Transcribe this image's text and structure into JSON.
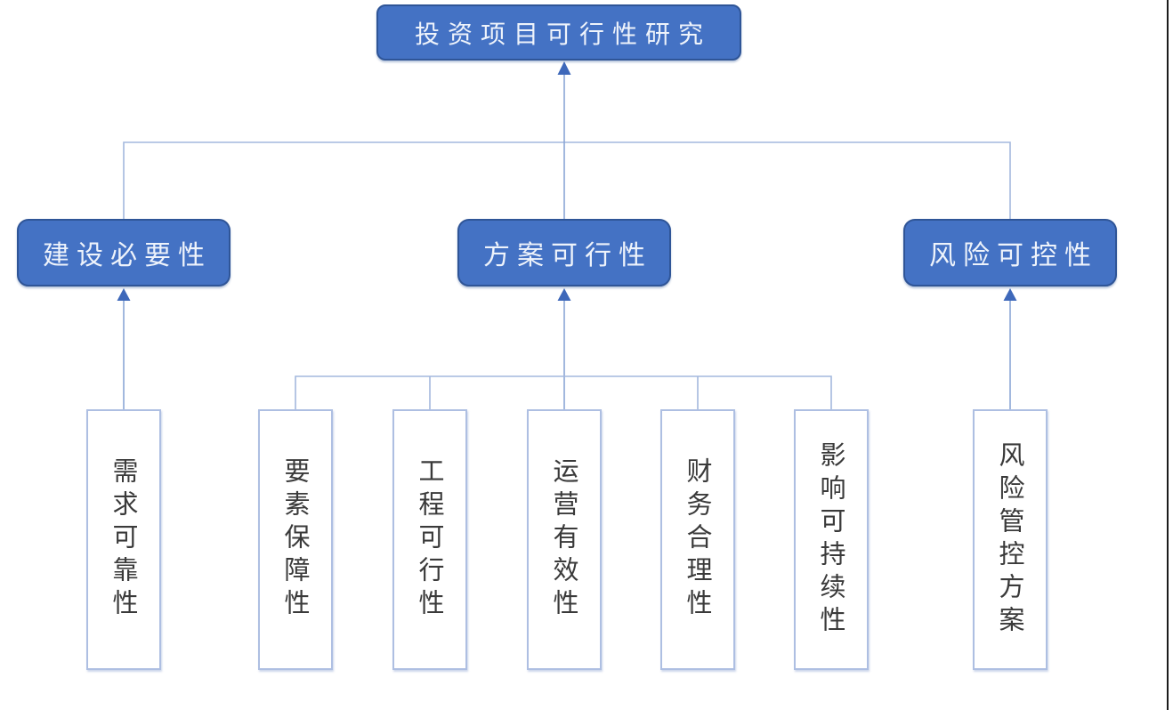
{
  "diagram": {
    "type": "hierarchy-tree",
    "root": {
      "label": "投资项目可行性研究"
    },
    "branches": [
      {
        "label": "建设必要性",
        "children": [
          "需求可靠性"
        ]
      },
      {
        "label": "方案可行性",
        "children": [
          "要素保障性",
          "工程可行性",
          "运营有效性",
          "财务合理性",
          "影响可持续性"
        ]
      },
      {
        "label": "风险可控性",
        "children": [
          "风险管控方案"
        ]
      }
    ],
    "arrow_direction": "children-point-up-to-parents",
    "colors": {
      "node_fill": "#4472c4",
      "node_border": "#2f5597",
      "node_text": "#eef3fb",
      "connector": "#a3b8dd",
      "stem": "#8aa6d6",
      "arrow": "#3e68ba",
      "leaf_border": "#aebfe2",
      "leaf_text": "#3a3a3a"
    }
  }
}
